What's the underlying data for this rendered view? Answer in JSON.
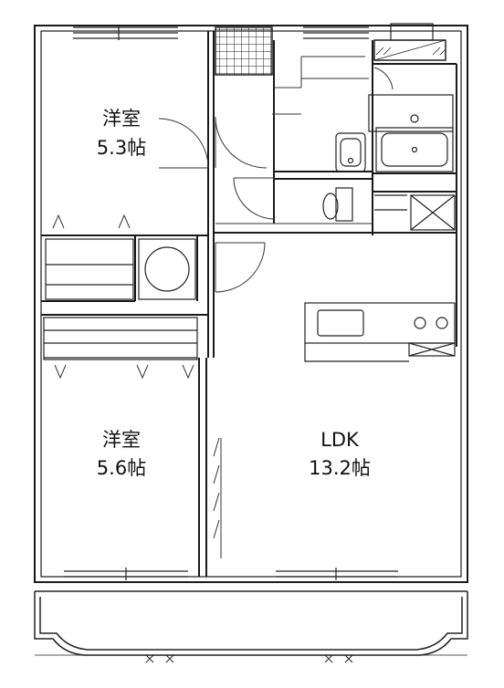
{
  "rooms": {
    "bedroom_north": {
      "name": "洋室",
      "size": "5.3帖"
    },
    "bedroom_south": {
      "name": "洋室",
      "size": "5.6帖"
    },
    "ldk": {
      "name": "LDK",
      "size": "13.2帖"
    }
  },
  "colors": {
    "wall": "#1a1a1a",
    "line": "#333333",
    "fill": "#ffffff"
  }
}
